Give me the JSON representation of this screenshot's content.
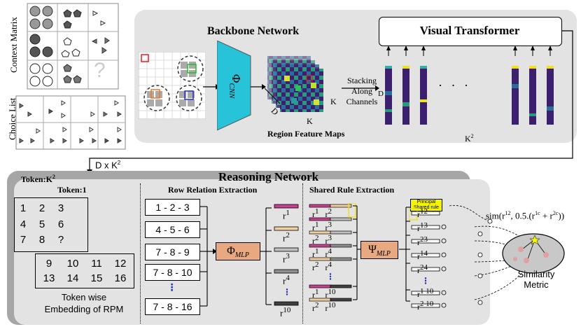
{
  "context_matrix": {
    "label": "Context Matrix",
    "question_mark": "?"
  },
  "choice_list": {
    "label": "Choice List"
  },
  "backbone": {
    "title": "Backbone Network",
    "cnn_label": "Φ",
    "cnn_sub": "CNN",
    "region_maps_label": "Region Feature Maps",
    "dim_k1": "K",
    "dim_k2": "K",
    "dim_d": "D",
    "stacking_label": "Stacking\nAlong\nChannels",
    "stack_d": "D",
    "dots": "· · ·",
    "k2_label": "K",
    "k2_sup": "2",
    "transformer_title": "Visual Transformer"
  },
  "connector_label": "D x K",
  "connector_sup": "2",
  "reasoning": {
    "title": "Reasoning Network",
    "token_k2": "Token:K",
    "token_k2_sup": "2",
    "token1_title": "Token:1",
    "matrix_tokens": [
      "1",
      "2",
      "3",
      "4",
      "5",
      "6",
      "7",
      "8",
      "?"
    ],
    "choice_tokens": [
      "9",
      "10",
      "11",
      "12",
      "13",
      "14",
      "15",
      "16"
    ],
    "embedding_caption": "Token wise\nEmbedding of RPM",
    "row_title": "Row Relation Extraction",
    "rows": [
      "1 - 2 - 3",
      "4 - 5 - 6",
      "7 - 8 - 9",
      "7 - 8 - 10",
      "⋮",
      "7 - 8 - 16"
    ],
    "phi_mlp": "Φ",
    "mlp_sub": "MLP",
    "r_labels": [
      "1",
      "2",
      "3",
      "4",
      "10"
    ],
    "shared_title": "Shared Rule Extraction",
    "pair_labels": [
      [
        "1",
        "2"
      ],
      [
        "1",
        "3"
      ],
      [
        "2",
        "3"
      ],
      [
        "1",
        "4"
      ],
      [
        "2",
        "4"
      ],
      [
        "⋮",
        ""
      ],
      [
        "1",
        "10"
      ],
      [
        "2",
        "10"
      ]
    ],
    "psi_mlp": "Ψ",
    "rule_labels": [
      "12",
      "13",
      "23",
      "14",
      "24",
      "⋮",
      "1 10",
      "2 10"
    ],
    "principal_label": "Principal\nShared rule",
    "sim_formula": "sim(r",
    "sim_sup1": "12",
    "sim_mid": ", 0.5.(r",
    "sim_sup2": "1c",
    "sim_plus": " + r",
    "sim_sup3": "2c",
    "sim_end": "))",
    "similarity_metric": "Similarity\nMetric"
  },
  "colors": {
    "panel_gray": "#e3e3e3",
    "reasoning_dark": "#a6a6a6",
    "cnn_cyan": "#26c3d9",
    "mlp_orange": "#e8a880",
    "principal_yellow": "#f5f500",
    "feature_purple": "#3c1f6e"
  }
}
